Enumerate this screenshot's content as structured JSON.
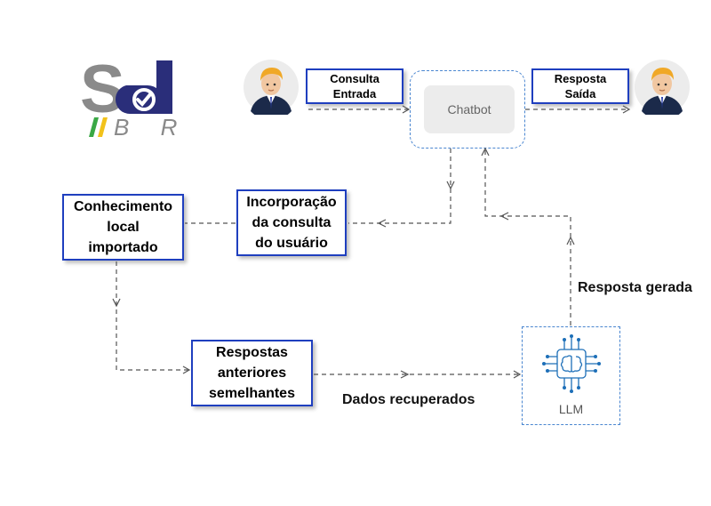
{
  "logo": {
    "letters": "Sd",
    "subtext": "B R",
    "colors": {
      "gray": "#8a8a8a",
      "navy": "#2a2e7a",
      "green": "#3aa845",
      "yellow": "#f2c21b"
    }
  },
  "nodes": {
    "consulta_entrada": "Consulta\nEntrada",
    "resposta_saida": "Resposta\nSaída",
    "chatbot": "Chatbot",
    "conhecimento": "Conhecimento\nlocal\nimportado",
    "incorporacao": "Incorporação\nda consulta\ndo usuário",
    "respostas_anteriores": "Respostas\nanteriores\nsemelhantes",
    "llm": "LLM"
  },
  "labels": {
    "resposta_gerada": "Resposta gerada",
    "dados_recuperados": "Dados recuperados"
  },
  "colors": {
    "box_border": "#1f3fbf",
    "dashed_frame": "#4a86d0",
    "arrow": "#555555"
  }
}
